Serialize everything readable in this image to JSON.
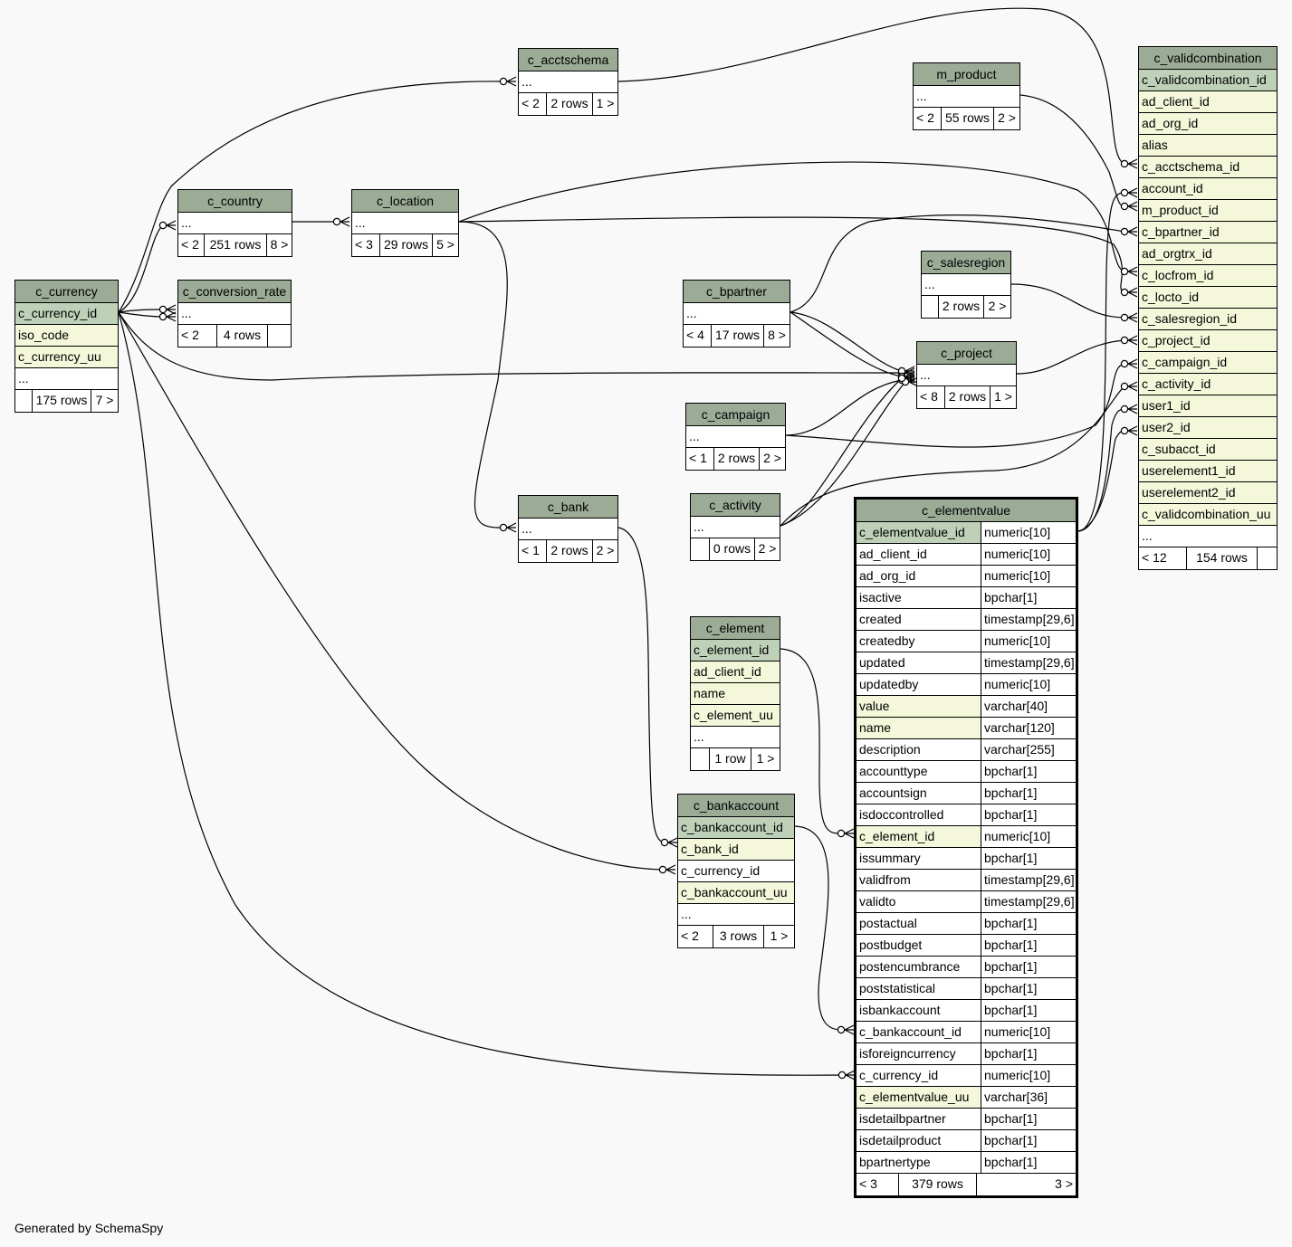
{
  "footer_text": "Generated by SchemaSpy",
  "tables": {
    "c_currency": {
      "name": "c_currency",
      "columns": [
        {
          "name": "c_currency_id",
          "kind": "pk"
        },
        {
          "name": "iso_code",
          "kind": "fk"
        },
        {
          "name": "c_currency_uu",
          "kind": "fk"
        },
        {
          "name": "...",
          "kind": "plain"
        }
      ],
      "parents": "",
      "rows": "175 rows",
      "children": "7 >"
    },
    "c_country": {
      "name": "c_country",
      "columns": [
        {
          "name": "...",
          "kind": "plain"
        }
      ],
      "parents": "< 2",
      "rows": "251 rows",
      "children": "8 >"
    },
    "c_conversion_rate": {
      "name": "c_conversion_rate",
      "columns": [
        {
          "name": "...",
          "kind": "plain"
        }
      ],
      "parents": "< 2",
      "rows": "4 rows",
      "children": ""
    },
    "c_acctschema": {
      "name": "c_acctschema",
      "columns": [
        {
          "name": "...",
          "kind": "plain"
        }
      ],
      "parents": "< 2",
      "rows": "2 rows",
      "children": "1 >"
    },
    "c_location": {
      "name": "c_location",
      "columns": [
        {
          "name": "...",
          "kind": "plain"
        }
      ],
      "parents": "< 3",
      "rows": "29 rows",
      "children": "5 >"
    },
    "c_bank": {
      "name": "c_bank",
      "columns": [
        {
          "name": "...",
          "kind": "plain"
        }
      ],
      "parents": "< 1",
      "rows": "2 rows",
      "children": "2 >"
    },
    "m_product": {
      "name": "m_product",
      "columns": [
        {
          "name": "...",
          "kind": "plain"
        }
      ],
      "parents": "< 2",
      "rows": "55 rows",
      "children": "2 >"
    },
    "c_bpartner": {
      "name": "c_bpartner",
      "columns": [
        {
          "name": "...",
          "kind": "plain"
        }
      ],
      "parents": "< 4",
      "rows": "17 rows",
      "children": "8 >"
    },
    "c_salesregion": {
      "name": "c_salesregion",
      "columns": [
        {
          "name": "...",
          "kind": "plain"
        }
      ],
      "parents": "",
      "rows": "2 rows",
      "children": "2 >"
    },
    "c_project": {
      "name": "c_project",
      "columns": [
        {
          "name": "...",
          "kind": "plain"
        }
      ],
      "parents": "< 8",
      "rows": "2 rows",
      "children": "1 >"
    },
    "c_campaign": {
      "name": "c_campaign",
      "columns": [
        {
          "name": "...",
          "kind": "plain"
        }
      ],
      "parents": "< 1",
      "rows": "2 rows",
      "children": "2 >"
    },
    "c_activity": {
      "name": "c_activity",
      "columns": [
        {
          "name": "...",
          "kind": "plain"
        }
      ],
      "parents": "",
      "rows": "0 rows",
      "children": "2 >"
    },
    "c_element": {
      "name": "c_element",
      "columns": [
        {
          "name": "c_element_id",
          "kind": "pk"
        },
        {
          "name": "ad_client_id",
          "kind": "fk"
        },
        {
          "name": "name",
          "kind": "fk"
        },
        {
          "name": "c_element_uu",
          "kind": "fk"
        },
        {
          "name": "...",
          "kind": "plain"
        }
      ],
      "parents": "",
      "rows": "1 row",
      "children": "1 >"
    },
    "c_bankaccount": {
      "name": "c_bankaccount",
      "columns": [
        {
          "name": "c_bankaccount_id",
          "kind": "pk"
        },
        {
          "name": "c_bank_id",
          "kind": "fk"
        },
        {
          "name": "c_currency_id",
          "kind": "plain"
        },
        {
          "name": "c_bankaccount_uu",
          "kind": "fk"
        },
        {
          "name": "...",
          "kind": "plain"
        }
      ],
      "parents": "< 2",
      "rows": "3 rows",
      "children": "1 >"
    },
    "c_validcombination": {
      "name": "c_validcombination",
      "columns": [
        {
          "name": "c_validcombination_id",
          "kind": "pk"
        },
        {
          "name": "ad_client_id",
          "kind": "fk"
        },
        {
          "name": "ad_org_id",
          "kind": "fk"
        },
        {
          "name": "alias",
          "kind": "fk"
        },
        {
          "name": "c_acctschema_id",
          "kind": "fk"
        },
        {
          "name": "account_id",
          "kind": "fk"
        },
        {
          "name": "m_product_id",
          "kind": "fk"
        },
        {
          "name": "c_bpartner_id",
          "kind": "fk"
        },
        {
          "name": "ad_orgtrx_id",
          "kind": "fk"
        },
        {
          "name": "c_locfrom_id",
          "kind": "fk"
        },
        {
          "name": "c_locto_id",
          "kind": "fk"
        },
        {
          "name": "c_salesregion_id",
          "kind": "fk"
        },
        {
          "name": "c_project_id",
          "kind": "fk"
        },
        {
          "name": "c_campaign_id",
          "kind": "fk"
        },
        {
          "name": "c_activity_id",
          "kind": "fk"
        },
        {
          "name": "user1_id",
          "kind": "fk"
        },
        {
          "name": "user2_id",
          "kind": "fk"
        },
        {
          "name": "c_subacct_id",
          "kind": "fk"
        },
        {
          "name": "userelement1_id",
          "kind": "fk"
        },
        {
          "name": "userelement2_id",
          "kind": "fk"
        },
        {
          "name": "c_validcombination_uu",
          "kind": "fk"
        },
        {
          "name": "...",
          "kind": "plain"
        }
      ],
      "parents": "< 12",
      "rows": "154 rows",
      "children": ""
    },
    "c_elementvalue": {
      "name": "c_elementvalue",
      "columns": [
        {
          "name": "c_elementvalue_id",
          "type": "numeric[10]",
          "kind": "pk"
        },
        {
          "name": "ad_client_id",
          "type": "numeric[10]",
          "kind": "plain"
        },
        {
          "name": "ad_org_id",
          "type": "numeric[10]",
          "kind": "plain"
        },
        {
          "name": "isactive",
          "type": "bpchar[1]",
          "kind": "plain"
        },
        {
          "name": "created",
          "type": "timestamp[29,6]",
          "kind": "plain"
        },
        {
          "name": "createdby",
          "type": "numeric[10]",
          "kind": "plain"
        },
        {
          "name": "updated",
          "type": "timestamp[29,6]",
          "kind": "plain"
        },
        {
          "name": "updatedby",
          "type": "numeric[10]",
          "kind": "plain"
        },
        {
          "name": "value",
          "type": "varchar[40]",
          "kind": "fk"
        },
        {
          "name": "name",
          "type": "varchar[120]",
          "kind": "fk"
        },
        {
          "name": "description",
          "type": "varchar[255]",
          "kind": "plain"
        },
        {
          "name": "accounttype",
          "type": "bpchar[1]",
          "kind": "plain"
        },
        {
          "name": "accountsign",
          "type": "bpchar[1]",
          "kind": "plain"
        },
        {
          "name": "isdoccontrolled",
          "type": "bpchar[1]",
          "kind": "plain"
        },
        {
          "name": "c_element_id",
          "type": "numeric[10]",
          "kind": "fk"
        },
        {
          "name": "issummary",
          "type": "bpchar[1]",
          "kind": "plain"
        },
        {
          "name": "validfrom",
          "type": "timestamp[29,6]",
          "kind": "plain"
        },
        {
          "name": "validto",
          "type": "timestamp[29,6]",
          "kind": "plain"
        },
        {
          "name": "postactual",
          "type": "bpchar[1]",
          "kind": "plain"
        },
        {
          "name": "postbudget",
          "type": "bpchar[1]",
          "kind": "plain"
        },
        {
          "name": "postencumbrance",
          "type": "bpchar[1]",
          "kind": "plain"
        },
        {
          "name": "poststatistical",
          "type": "bpchar[1]",
          "kind": "plain"
        },
        {
          "name": "isbankaccount",
          "type": "bpchar[1]",
          "kind": "plain"
        },
        {
          "name": "c_bankaccount_id",
          "type": "numeric[10]",
          "kind": "plain"
        },
        {
          "name": "isforeigncurrency",
          "type": "bpchar[1]",
          "kind": "plain"
        },
        {
          "name": "c_currency_id",
          "type": "numeric[10]",
          "kind": "plain"
        },
        {
          "name": "c_elementvalue_uu",
          "type": "varchar[36]",
          "kind": "fk"
        },
        {
          "name": "isdetailbpartner",
          "type": "bpchar[1]",
          "kind": "plain"
        },
        {
          "name": "isdetailproduct",
          "type": "bpchar[1]",
          "kind": "plain"
        },
        {
          "name": "bpartnertype",
          "type": "bpchar[1]",
          "kind": "plain"
        }
      ],
      "parents": "< 3",
      "rows": "379 rows",
      "children": "3 >"
    }
  },
  "relationships": [
    {
      "from": "c_currency.c_currency_id",
      "to": "c_country"
    },
    {
      "from": "c_currency.c_currency_id",
      "to": "c_conversion_rate"
    },
    {
      "from": "c_currency.c_currency_id",
      "to": "c_acctschema"
    },
    {
      "from": "c_currency.c_currency_id",
      "to": "c_project"
    },
    {
      "from": "c_currency.c_currency_id",
      "to": "c_bankaccount.c_currency_id"
    },
    {
      "from": "c_currency.c_currency_id",
      "to": "c_elementvalue.c_currency_id"
    },
    {
      "from": "c_country",
      "to": "c_location"
    },
    {
      "from": "c_location",
      "to": "c_bank"
    },
    {
      "from": "c_location",
      "to": "c_validcombination.c_locfrom_id"
    },
    {
      "from": "c_location",
      "to": "c_validcombination.c_locto_id"
    },
    {
      "from": "c_acctschema",
      "to": "c_validcombination.c_acctschema_id"
    },
    {
      "from": "m_product",
      "to": "c_validcombination.m_product_id"
    },
    {
      "from": "c_bpartner",
      "to": "c_project"
    },
    {
      "from": "c_bpartner",
      "to": "c_validcombination.c_bpartner_id"
    },
    {
      "from": "c_salesregion",
      "to": "c_validcombination.c_salesregion_id"
    },
    {
      "from": "c_project",
      "to": "c_validcombination.c_project_id"
    },
    {
      "from": "c_campaign",
      "to": "c_project"
    },
    {
      "from": "c_campaign",
      "to": "c_validcombination.c_campaign_id"
    },
    {
      "from": "c_activity",
      "to": "c_project"
    },
    {
      "from": "c_activity",
      "to": "c_validcombination.c_activity_id"
    },
    {
      "from": "c_bank",
      "to": "c_bankaccount.c_bank_id"
    },
    {
      "from": "c_element.c_element_id",
      "to": "c_elementvalue.c_element_id"
    },
    {
      "from": "c_bankaccount.c_bankaccount_id",
      "to": "c_elementvalue.c_bankaccount_id"
    },
    {
      "from": "c_elementvalue.c_elementvalue_id",
      "to": "c_validcombination.account_id"
    },
    {
      "from": "c_elementvalue.c_elementvalue_id",
      "to": "c_validcombination.user1_id"
    },
    {
      "from": "c_elementvalue.c_elementvalue_id",
      "to": "c_validcombination.user2_id"
    }
  ]
}
